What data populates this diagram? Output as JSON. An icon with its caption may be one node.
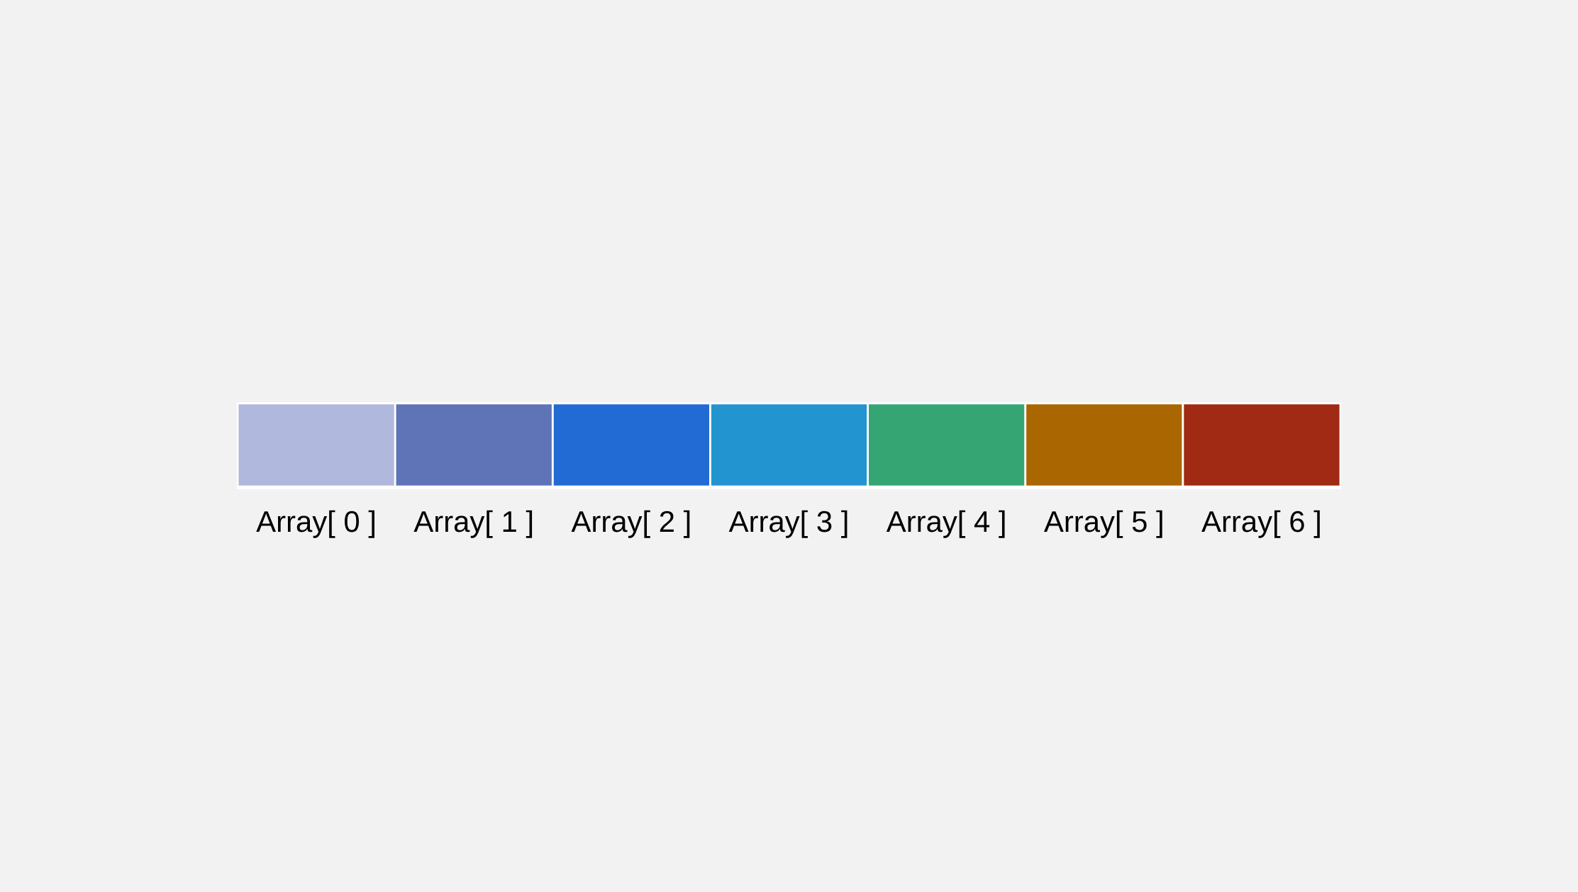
{
  "diagram": {
    "nodes": [
      {
        "text": [],
        "shape": "box",
        "beside": [
          "Array[ 0 ]"
        ]
      },
      {
        "text": [],
        "shape": "box",
        "beside": [
          "Array[ 1 ]"
        ]
      },
      {
        "text": [],
        "shape": "box",
        "beside": [
          "Array[ 2 ]"
        ]
      },
      {
        "text": [],
        "shape": "box",
        "beside": [
          "Array[ 3 ]"
        ]
      },
      {
        "text": [],
        "shape": "box",
        "beside": [
          "Array[ 4 ]"
        ]
      },
      {
        "text": [],
        "shape": "box",
        "beside": [
          "Array[ 5 ]"
        ]
      },
      {
        "text": [],
        "shape": "box",
        "beside": [
          "Array[ 6 ]"
        ]
      }
    ]
  }
}
